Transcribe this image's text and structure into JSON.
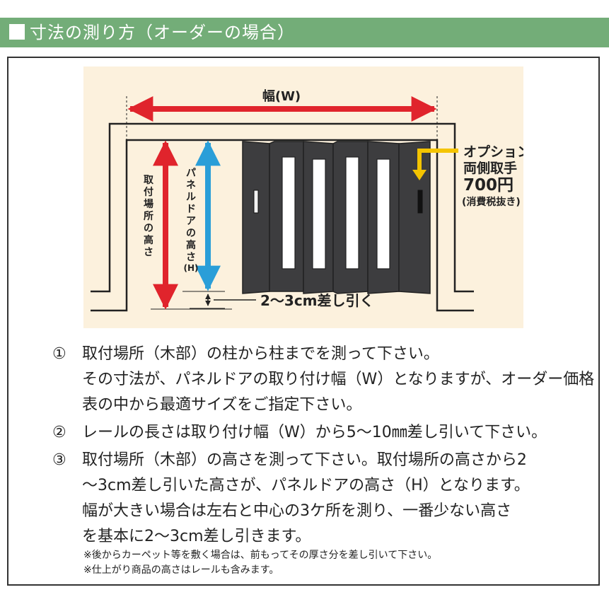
{
  "header": {
    "title": "寸法の測り方（オーダーの場合）"
  },
  "diagram": {
    "width_label": "幅(W)",
    "install_height_label": [
      "取",
      "付",
      "場",
      "所",
      "の",
      "高",
      "さ"
    ],
    "panel_height_label": [
      "パ",
      "ネ",
      "ル",
      "ド",
      "ア",
      "の",
      "高",
      "さ",
      "(H)"
    ],
    "deduct_label": "2〜3cm差し引く",
    "option": [
      "オプション",
      "両側取手",
      "700円",
      "(消費税抜き)"
    ],
    "colors": {
      "background": "#fcf1dd",
      "red_arrow": "#e0242c",
      "blue_arrow": "#2a9ed8",
      "yellow_arrow": "#f4c400",
      "door": "#3d3d3f",
      "header": "#73ad78"
    }
  },
  "instructions": [
    {
      "number": "①",
      "lines": [
        "取付場所（木部）の柱から柱までを測って下さい。",
        "その寸法が、パネルドアの取り付け幅（W）となりますが、オーダー価格",
        "表の中から最適サイズをご指定下さい。"
      ]
    },
    {
      "number": "②",
      "lines": [
        "レールの長さは取り付け幅（W）から5〜10㎜差し引いて下さい。"
      ]
    },
    {
      "number": "③",
      "lines": [
        "取付場所（木部）の高さを測って下さい。取付場所の高さから2",
        "〜3cm差し引いた高さが、パネルドアの高さ（H）となります。",
        "幅が大きい場合は左右と中心の3ケ所を測り、一番少ない高さ",
        "を基本に2〜3cm差し引きます。"
      ]
    }
  ],
  "notes": [
    "※後からカーペット等を敷く場合は、前もってその厚さ分を差し引いて下さい。",
    "※仕上がり商品の高さはレールも含みます。"
  ]
}
